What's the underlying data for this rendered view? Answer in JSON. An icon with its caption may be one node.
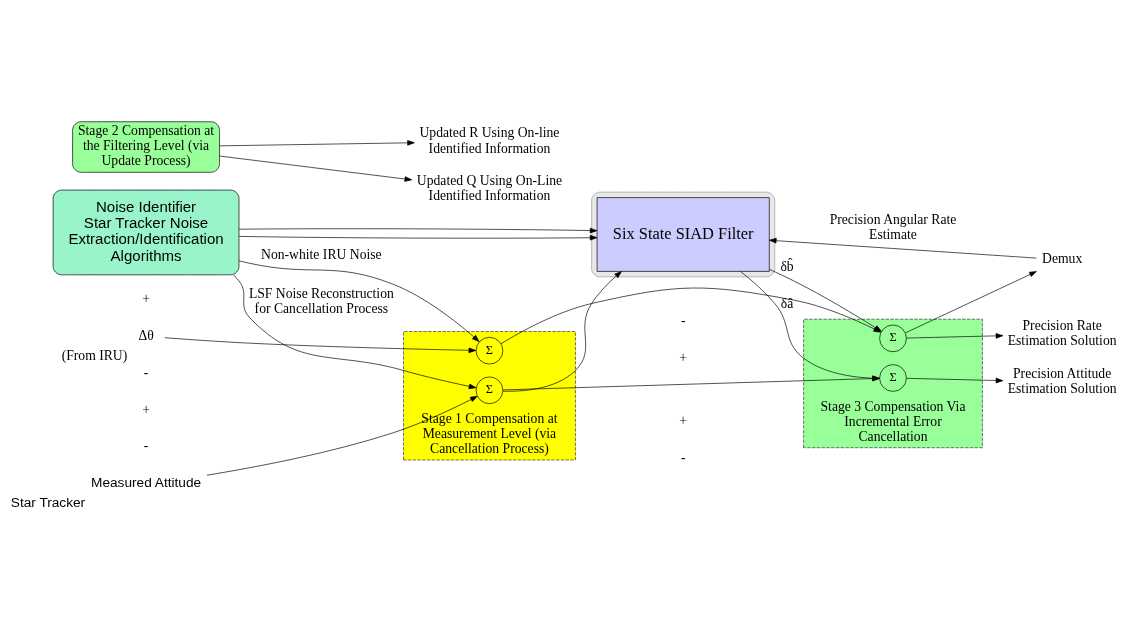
{
  "diagram": {
    "nodes": [
      {
        "text": [
          "Noise Identifier",
          "Star Tracker Noise Extraction/Identification Algorithms"
        ]
      },
      {
        "text": [],
        "shape": "box"
      },
      {
        "text": [
          "Six State SIAD Filter"
        ],
        "in": 1
      },
      {
        "text": [
          "Stage 1 Compensation at Measurement Level (via Cancellation Process)"
        ]
      },
      {
        "text": [
          "Σ"
        ],
        "in": 3
      },
      {
        "text": [
          "Σ"
        ],
        "in": 3
      },
      {
        "text": [
          "Stage 2 Compensation at the Filtering Level (via Update Process)"
        ]
      },
      {
        "text": [
          "Stage 3 Compensation Via Incremental Error Cancellation"
        ]
      },
      {
        "text": [
          "Σ"
        ],
        "in": 7
      },
      {
        "text": [
          "Σ"
        ],
        "in": 7
      },
      {
        "text": [
          "Measured Attitude"
        ],
        "beside": [
          "Star Tracker"
        ]
      },
      {
        "text": [
          "Δθ"
        ],
        "beside": [
          "(From IRU)"
        ]
      },
      {
        "text": [
          "Precision Attitude Estimation Solution"
        ]
      },
      {
        "text": [
          "Precision Rate Estimation Solution"
        ]
      },
      {
        "text": [
          "Demux"
        ]
      },
      {
        "text": [
          "Updated Q Using On-Line Identified Information"
        ]
      },
      {
        "text": [
          "Updated R Using On-line Identified Information"
        ]
      }
    ],
    "edges": [
      {
        "from": 10,
        "to": 4,
        "arrow": "to"
      },
      {
        "from": 0,
        "to": 4,
        "arrow": "to",
        "label": "LSF Noise Reconstruction for Cancellation Process"
      },
      {
        "from": 0,
        "to": 5,
        "arrow": "to",
        "label": "Non-white IRU Noise"
      },
      {
        "from": 11,
        "to": 5,
        "arrow": "to"
      },
      {
        "from": 0,
        "to": 2,
        "arrow": "to"
      },
      {
        "from": 0,
        "to": 2,
        "arrow": "to"
      },
      {
        "from": 6,
        "to": 15,
        "arrow": "to"
      },
      {
        "from": 6,
        "to": 16,
        "arrow": "to"
      },
      {
        "from": 4,
        "to": 2,
        "arrow": "to"
      },
      {
        "from": 4,
        "to": 8,
        "arrow": "to"
      },
      {
        "from": 5,
        "to": 9,
        "arrow": "to"
      },
      {
        "from": 2,
        "to": 8,
        "arrow": "to",
        "label": "δâ"
      },
      {
        "from": 2,
        "to": 9,
        "arrow": "to",
        "label": "δb̂"
      },
      {
        "from": 8,
        "to": 12,
        "arrow": "to"
      },
      {
        "from": 9,
        "to": 13,
        "arrow": "to"
      },
      {
        "from": 9,
        "to": 14,
        "arrow": "to"
      },
      {
        "from": 14,
        "to": 2,
        "arrow": "to",
        "label": "Precision Angular Rate Estimate"
      }
    ],
    "labels": [
      "-",
      "+",
      "-",
      "+",
      "-",
      "+",
      "-",
      "+"
    ]
  }
}
